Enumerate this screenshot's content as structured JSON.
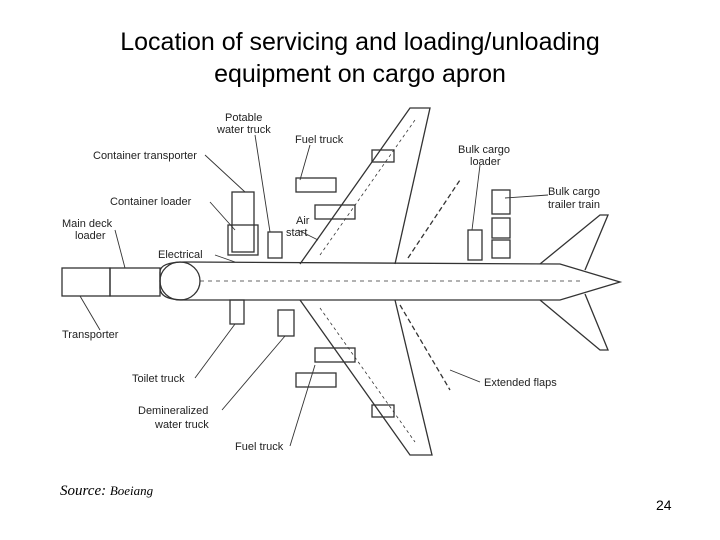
{
  "slide": {
    "title_line1": "Location of servicing and loading/unloading",
    "title_line2": "equipment on cargo apron",
    "source_label": "Source:",
    "source_name": "Boeiang",
    "page_number": "24"
  },
  "diagram": {
    "labels": {
      "potable_water_truck_1": "Potable",
      "potable_water_truck_2": "water truck",
      "fuel_truck_top": "Fuel truck",
      "container_transporter": "Container transporter",
      "bulk_cargo_loader_1": "Bulk cargo",
      "bulk_cargo_loader_2": "loader",
      "bulk_cargo_trailer_1": "Bulk cargo",
      "bulk_cargo_trailer_2": "trailer train",
      "container_loader": "Container loader",
      "main_deck_loader_1": "Main deck",
      "main_deck_loader_2": "loader",
      "air_start_1": "Air",
      "air_start_2": "start",
      "electrical": "Electrical",
      "transporter": "Transporter",
      "toilet_truck": "Toilet truck",
      "extended_flaps": "Extended flaps",
      "demineralized_1": "Demineralized",
      "demineralized_2": "water truck",
      "fuel_truck_bottom": "Fuel truck"
    }
  }
}
